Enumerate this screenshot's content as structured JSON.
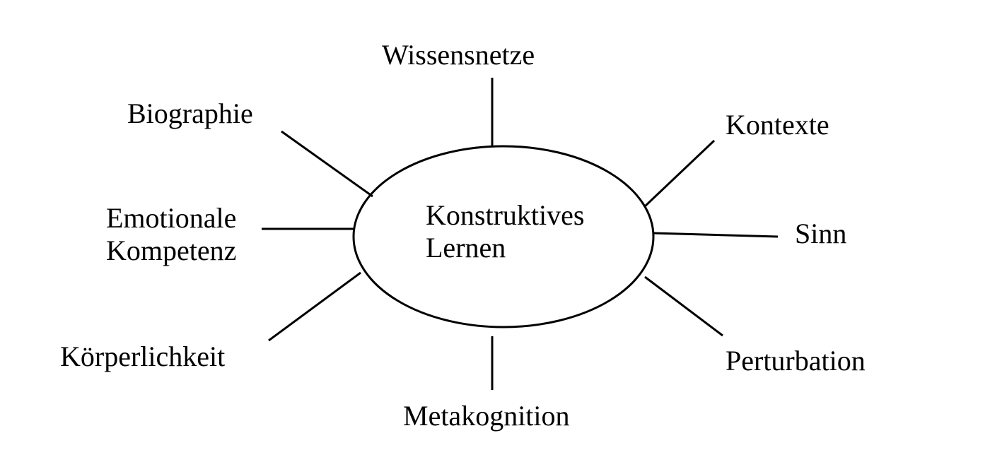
{
  "center": {
    "line1": "Konstruktives",
    "line2": "Lernen"
  },
  "nodes": {
    "wissensnetze": "Wissensnetze",
    "biographie": "Biographie",
    "kontexte": "Kontexte",
    "sinn": "Sinn",
    "emotionale_line1": "Emotionale",
    "emotionale_line2": "Kompetenz",
    "koerperlichkeit": "Körperlichkeit",
    "perturbation": "Perturbation",
    "metakognition": "Metakognition"
  },
  "colors": {
    "stroke": "#000000",
    "background": "#ffffff"
  }
}
